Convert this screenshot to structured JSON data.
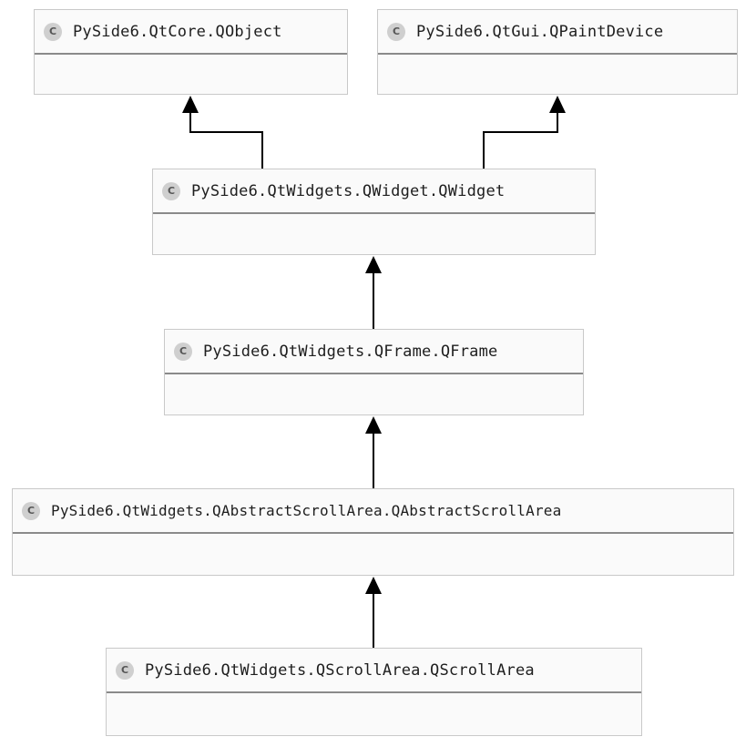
{
  "diagram": {
    "icon_letter": "C",
    "classes": {
      "qobject": {
        "name": "PySide6.QtCore.QObject"
      },
      "qpaintdevice": {
        "name": "PySide6.QtGui.QPaintDevice"
      },
      "qwidget": {
        "name": "PySide6.QtWidgets.QWidget.QWidget"
      },
      "qframe": {
        "name": "PySide6.QtWidgets.QFrame.QFrame"
      },
      "qabstractscrollarea": {
        "name": "PySide6.QtWidgets.QAbstractScrollArea.QAbstractScrollArea"
      },
      "qscrollarea": {
        "name": "PySide6.QtWidgets.QScrollArea.QScrollArea"
      }
    },
    "edges": [
      {
        "from": "qwidget",
        "to": "qobject",
        "type": "inheritance"
      },
      {
        "from": "qwidget",
        "to": "qpaintdevice",
        "type": "inheritance"
      },
      {
        "from": "qframe",
        "to": "qwidget",
        "type": "inheritance"
      },
      {
        "from": "qabstractscrollarea",
        "to": "qframe",
        "type": "inheritance"
      },
      {
        "from": "qscrollarea",
        "to": "qabstractscrollarea",
        "type": "inheritance"
      }
    ]
  }
}
